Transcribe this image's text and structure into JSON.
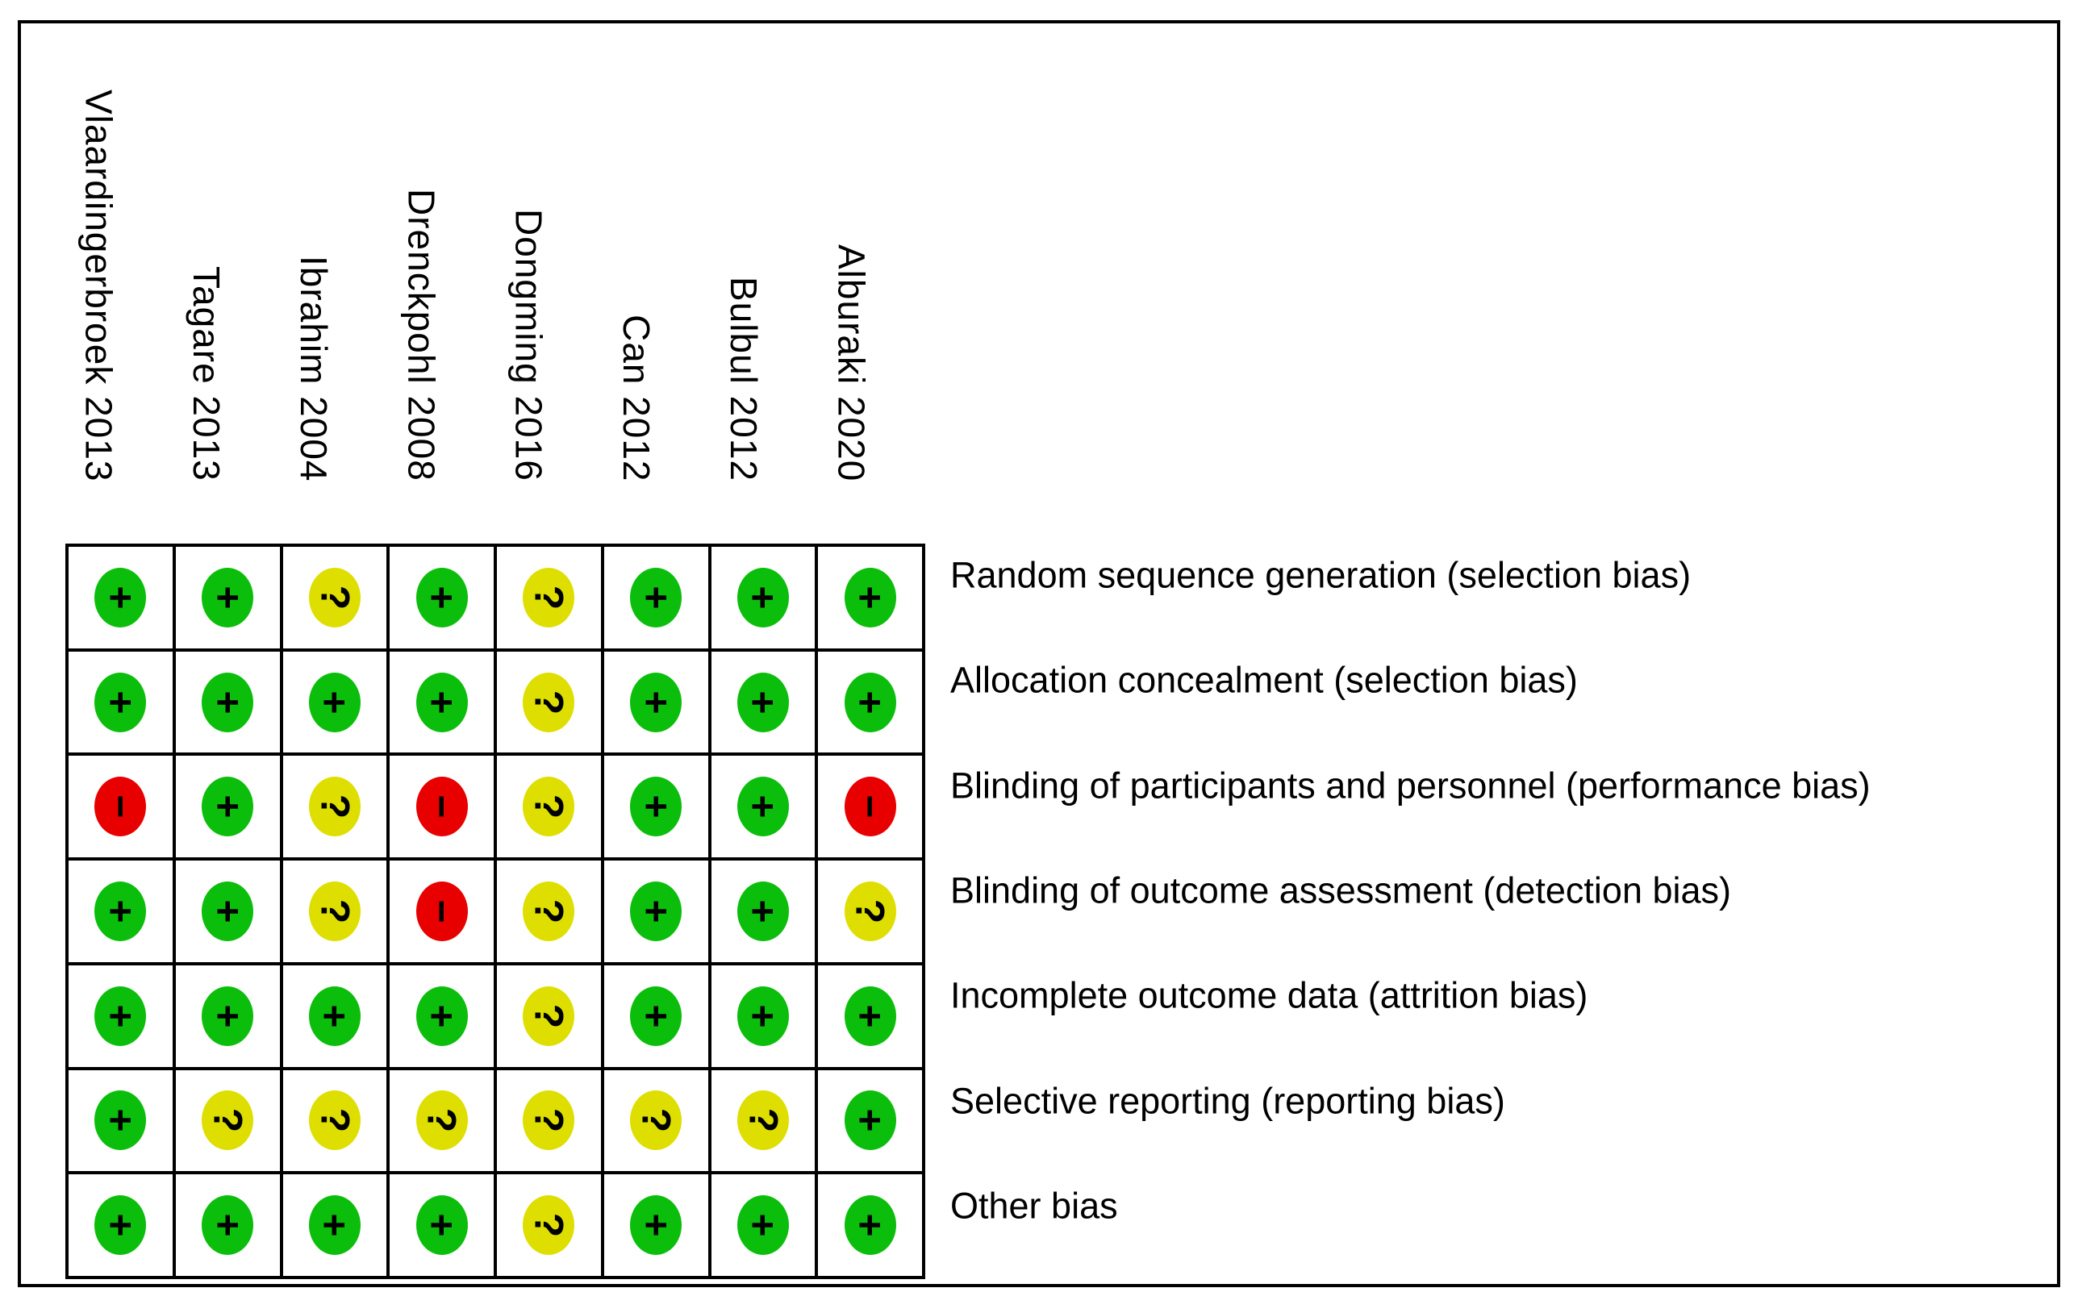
{
  "figure": {
    "kind": "risk-of-bias-summary"
  },
  "chart_data": {
    "type": "heatmap",
    "columns_label": "studies",
    "rows_label": "bias domains",
    "studies": [
      "Vlaardingerbroek 2013",
      "Tagare 2013",
      "Ibrahim 2004",
      "Drenckpohl 2008",
      "Dongming 2016",
      "Can 2012",
      "Bulbul 2012",
      "Alburaki 2020"
    ],
    "domains": [
      "Random sequence generation (selection bias)",
      "Allocation concealment (selection bias)",
      "Blinding of participants and personnel (performance bias)",
      "Blinding of outcome assessment (detection bias)",
      "Incomplete outcome data (attrition bias)",
      "Selective reporting (reporting bias)",
      "Other bias"
    ],
    "judgments": [
      [
        "low",
        "low",
        "unclear",
        "low",
        "unclear",
        "low",
        "low",
        "low"
      ],
      [
        "low",
        "low",
        "low",
        "low",
        "unclear",
        "low",
        "low",
        "low"
      ],
      [
        "high",
        "low",
        "unclear",
        "high",
        "unclear",
        "low",
        "low",
        "high"
      ],
      [
        "low",
        "low",
        "unclear",
        "high",
        "unclear",
        "low",
        "low",
        "unclear"
      ],
      [
        "low",
        "low",
        "low",
        "low",
        "unclear",
        "low",
        "low",
        "low"
      ],
      [
        "low",
        "unclear",
        "unclear",
        "unclear",
        "unclear",
        "unclear",
        "unclear",
        "low"
      ],
      [
        "low",
        "low",
        "low",
        "low",
        "unclear",
        "low",
        "low",
        "low"
      ]
    ],
    "symbols": {
      "low": "+",
      "unclear": "?",
      "high": "−"
    },
    "colors": {
      "low": "#0cbe0c",
      "unclear": "#dedf00",
      "high": "#e80000"
    },
    "grid": true,
    "legend_position": "none"
  }
}
